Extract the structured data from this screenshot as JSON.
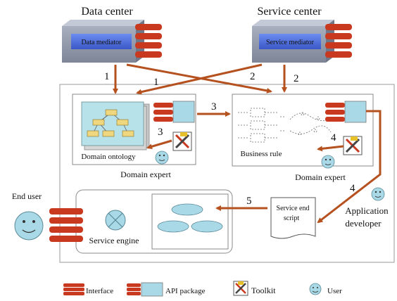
{
  "diagram": {
    "data_center": {
      "title": "Data center",
      "box_label": "Data mediator"
    },
    "service_center": {
      "title": "Service center",
      "box_label": "Service mediator"
    },
    "domain_ontology": {
      "label": "Domain ontology",
      "expert_label": "Domain expert"
    },
    "business_rule": {
      "label": "Business rule",
      "expert_label": "Domain expert"
    },
    "application_developer": {
      "line1": "Application",
      "line2": "developer"
    },
    "service_script": {
      "line1": "Service end",
      "line2": "script"
    },
    "service_engine": {
      "label": "Service engine"
    },
    "end_user": {
      "label": "End user"
    },
    "step_numbers": {
      "one_a": "1",
      "one_b": "1",
      "two_a": "2",
      "two_b": "2",
      "three_a": "3",
      "three_b": "3",
      "four_a": "4",
      "four_b": "4",
      "five": "5"
    },
    "legend": {
      "interface": "Interface",
      "api_package": "API package",
      "toolkit": "Toolkit",
      "user": "User"
    }
  },
  "colors": {
    "arrow": "#b5501f",
    "interface_red": "#c8391f",
    "mediator_blue": "#4f6ee0",
    "server_grey": "#8f97a8",
    "api_cyan": "#a9d8e6",
    "ontology_bg": "#b8e2ea",
    "ontology_node": "#eed77f",
    "ellipse_cyan": "#a9d8e6",
    "user_face": "#a9d8e6"
  }
}
